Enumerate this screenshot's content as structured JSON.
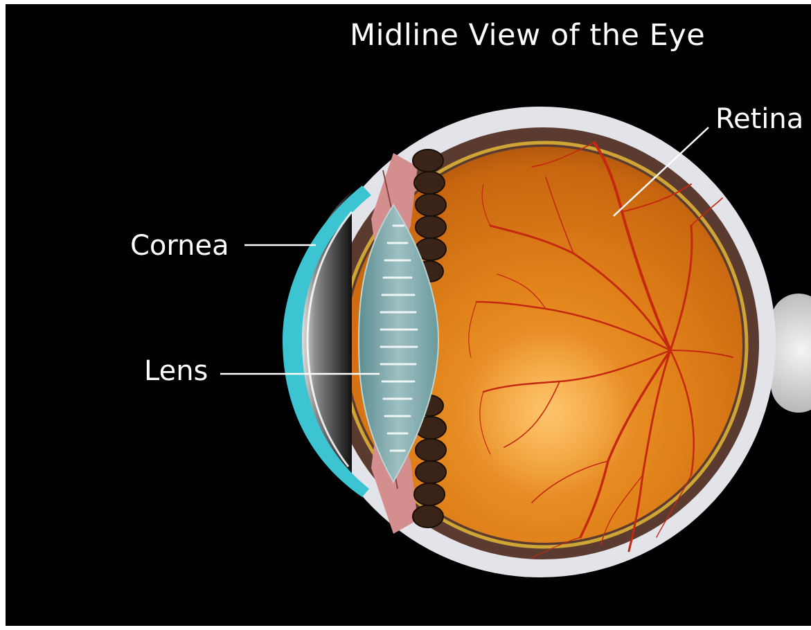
{
  "title": "Midline View of the Eye",
  "labels": {
    "retina": "Retina",
    "cornea": "Cornea",
    "lens": "Lens"
  },
  "colors": {
    "background": "#000000",
    "sclera": "#e4e4ea",
    "choroid": "#5a3a2e",
    "retina_line": "#c9a030",
    "vitreous": "#e08a1a",
    "vessels": "#c0240e",
    "cornea": "#3cc2d0",
    "lens": "#7ea6a8",
    "iris": "#d28e8e",
    "ciliary_body": "#3a2418",
    "optic_nerve": "#e0e0e0"
  }
}
